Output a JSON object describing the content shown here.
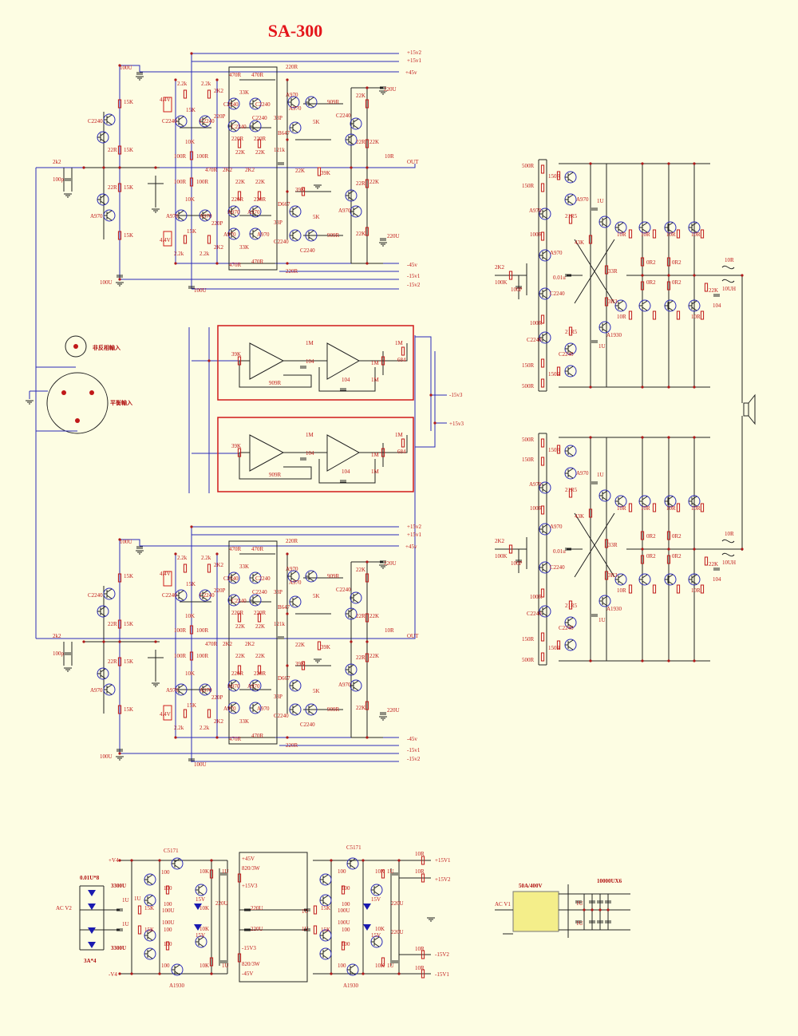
{
  "title": "SA-300",
  "rails": {
    "p15v2": "+15v2",
    "p15v1": "+15v1",
    "p45v": "+45v",
    "n45v": "-45v",
    "n15v1": "-15v1",
    "n15v2": "-15v2",
    "n15v3": "-15v3",
    "p15v3": "+15v3"
  },
  "io": {
    "out": "OUT",
    "inv_input": "非反相輸入",
    "bal_input": "平衡輸入"
  },
  "parts": {
    "c100u": "100U",
    "r15k": "15K",
    "r22r": "22R",
    "t2240": "C2240",
    "t970": "A970",
    "r2k2": "2k2",
    "c100p": "100p",
    "r2k2u": "2.2k",
    "r470r": "470R",
    "r33k": "33K",
    "r220r": "220R",
    "r909r": "909R",
    "r5k": "5K",
    "r22k": "22K",
    "c220u": "220U",
    "r10r": "10R",
    "r121k": "121k",
    "r39k": "39K",
    "r1m": "1M",
    "c104": "104",
    "r684": "684",
    "c33p": "33P",
    "c220p": "220P",
    "r100r": "100R",
    "r10k": "10K",
    "b647": "B647",
    "d667": "D667",
    "r2k2b": "2K2",
    "v44": "4.4V"
  },
  "output_stage": {
    "r500r": "500R",
    "r150r": "150R",
    "r100k": "100K",
    "c100p": "100P",
    "r2k2": "2K2",
    "r100r": "100R",
    "c001u": "0.01u",
    "r21r5": "21R5",
    "r43k": "43K",
    "r33r": "33R",
    "c1u": "1U",
    "r3r3": "3R3",
    "r10r": "10R",
    "r0r2": "0R2",
    "r22k": "22K",
    "c104": "104",
    "l10uh": "10UH",
    "t1930": "A1930",
    "t2240": "C2240",
    "t970": "A970"
  },
  "psu": {
    "v4p": "+V4",
    "v4n": "-V4",
    "c5171": "C5171",
    "a1930": "A1930",
    "p45v": "+45V",
    "n45v": "-45V",
    "p15v3": "+15V3",
    "n15v3": "-15V3",
    "r820": "820/3W",
    "p15v1": "+15V1",
    "p15v2": "+15V2",
    "n15v1": "-15V1",
    "n15v2": "-15V2",
    "c001": "0.01U*8",
    "c3300": "3300U",
    "acv2": "AC V2",
    "fuse": "3A*4",
    "r15k": "15K",
    "r100": "100",
    "r10k": "10K",
    "c1u": "1U",
    "c100u": "100U",
    "c220u": "220U",
    "z15v": "15V",
    "r10r": "10R"
  },
  "bridge": {
    "rating": "50A/400V",
    "acv1": "AC V1",
    "caps": "10000UX6",
    "c1u": "1U"
  }
}
